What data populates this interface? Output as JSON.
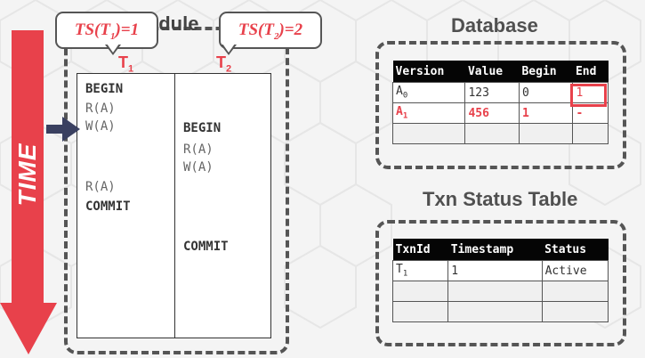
{
  "time_label": "TIME",
  "schedule": {
    "title_visible": "edule",
    "t1_label": "T",
    "t1_sub": "1",
    "t2_label": "T",
    "t2_sub": "2",
    "t1_ops": [
      "BEGIN",
      "R(A)",
      "W(A)",
      "R(A)",
      "COMMIT"
    ],
    "t2_ops": [
      "BEGIN",
      "R(A)",
      "W(A)",
      "COMMIT"
    ]
  },
  "callouts": {
    "c1_pre": "TS(T",
    "c1_sub": "1",
    "c1_post": ")=1",
    "c2_pre": "TS(T",
    "c2_sub": "2",
    "c2_post": ")=2"
  },
  "database": {
    "title": "Database",
    "headers": [
      "Version",
      "Value",
      "Begin",
      "End"
    ],
    "rows": [
      {
        "version": "A",
        "version_sub": "0",
        "value": "123",
        "begin": "0",
        "end": "1"
      },
      {
        "version": "A",
        "version_sub": "1",
        "value": "456",
        "begin": "1",
        "end": "-"
      }
    ]
  },
  "txn_status": {
    "title": "Txn Status Table",
    "headers": [
      "TxnId",
      "Timestamp",
      "Status"
    ],
    "rows": [
      {
        "txnid": "T",
        "txnid_sub": "1",
        "timestamp": "1",
        "status": "Active"
      }
    ]
  },
  "colors": {
    "accent": "#e8414b",
    "border": "#555555",
    "header_bg": "#050505"
  }
}
